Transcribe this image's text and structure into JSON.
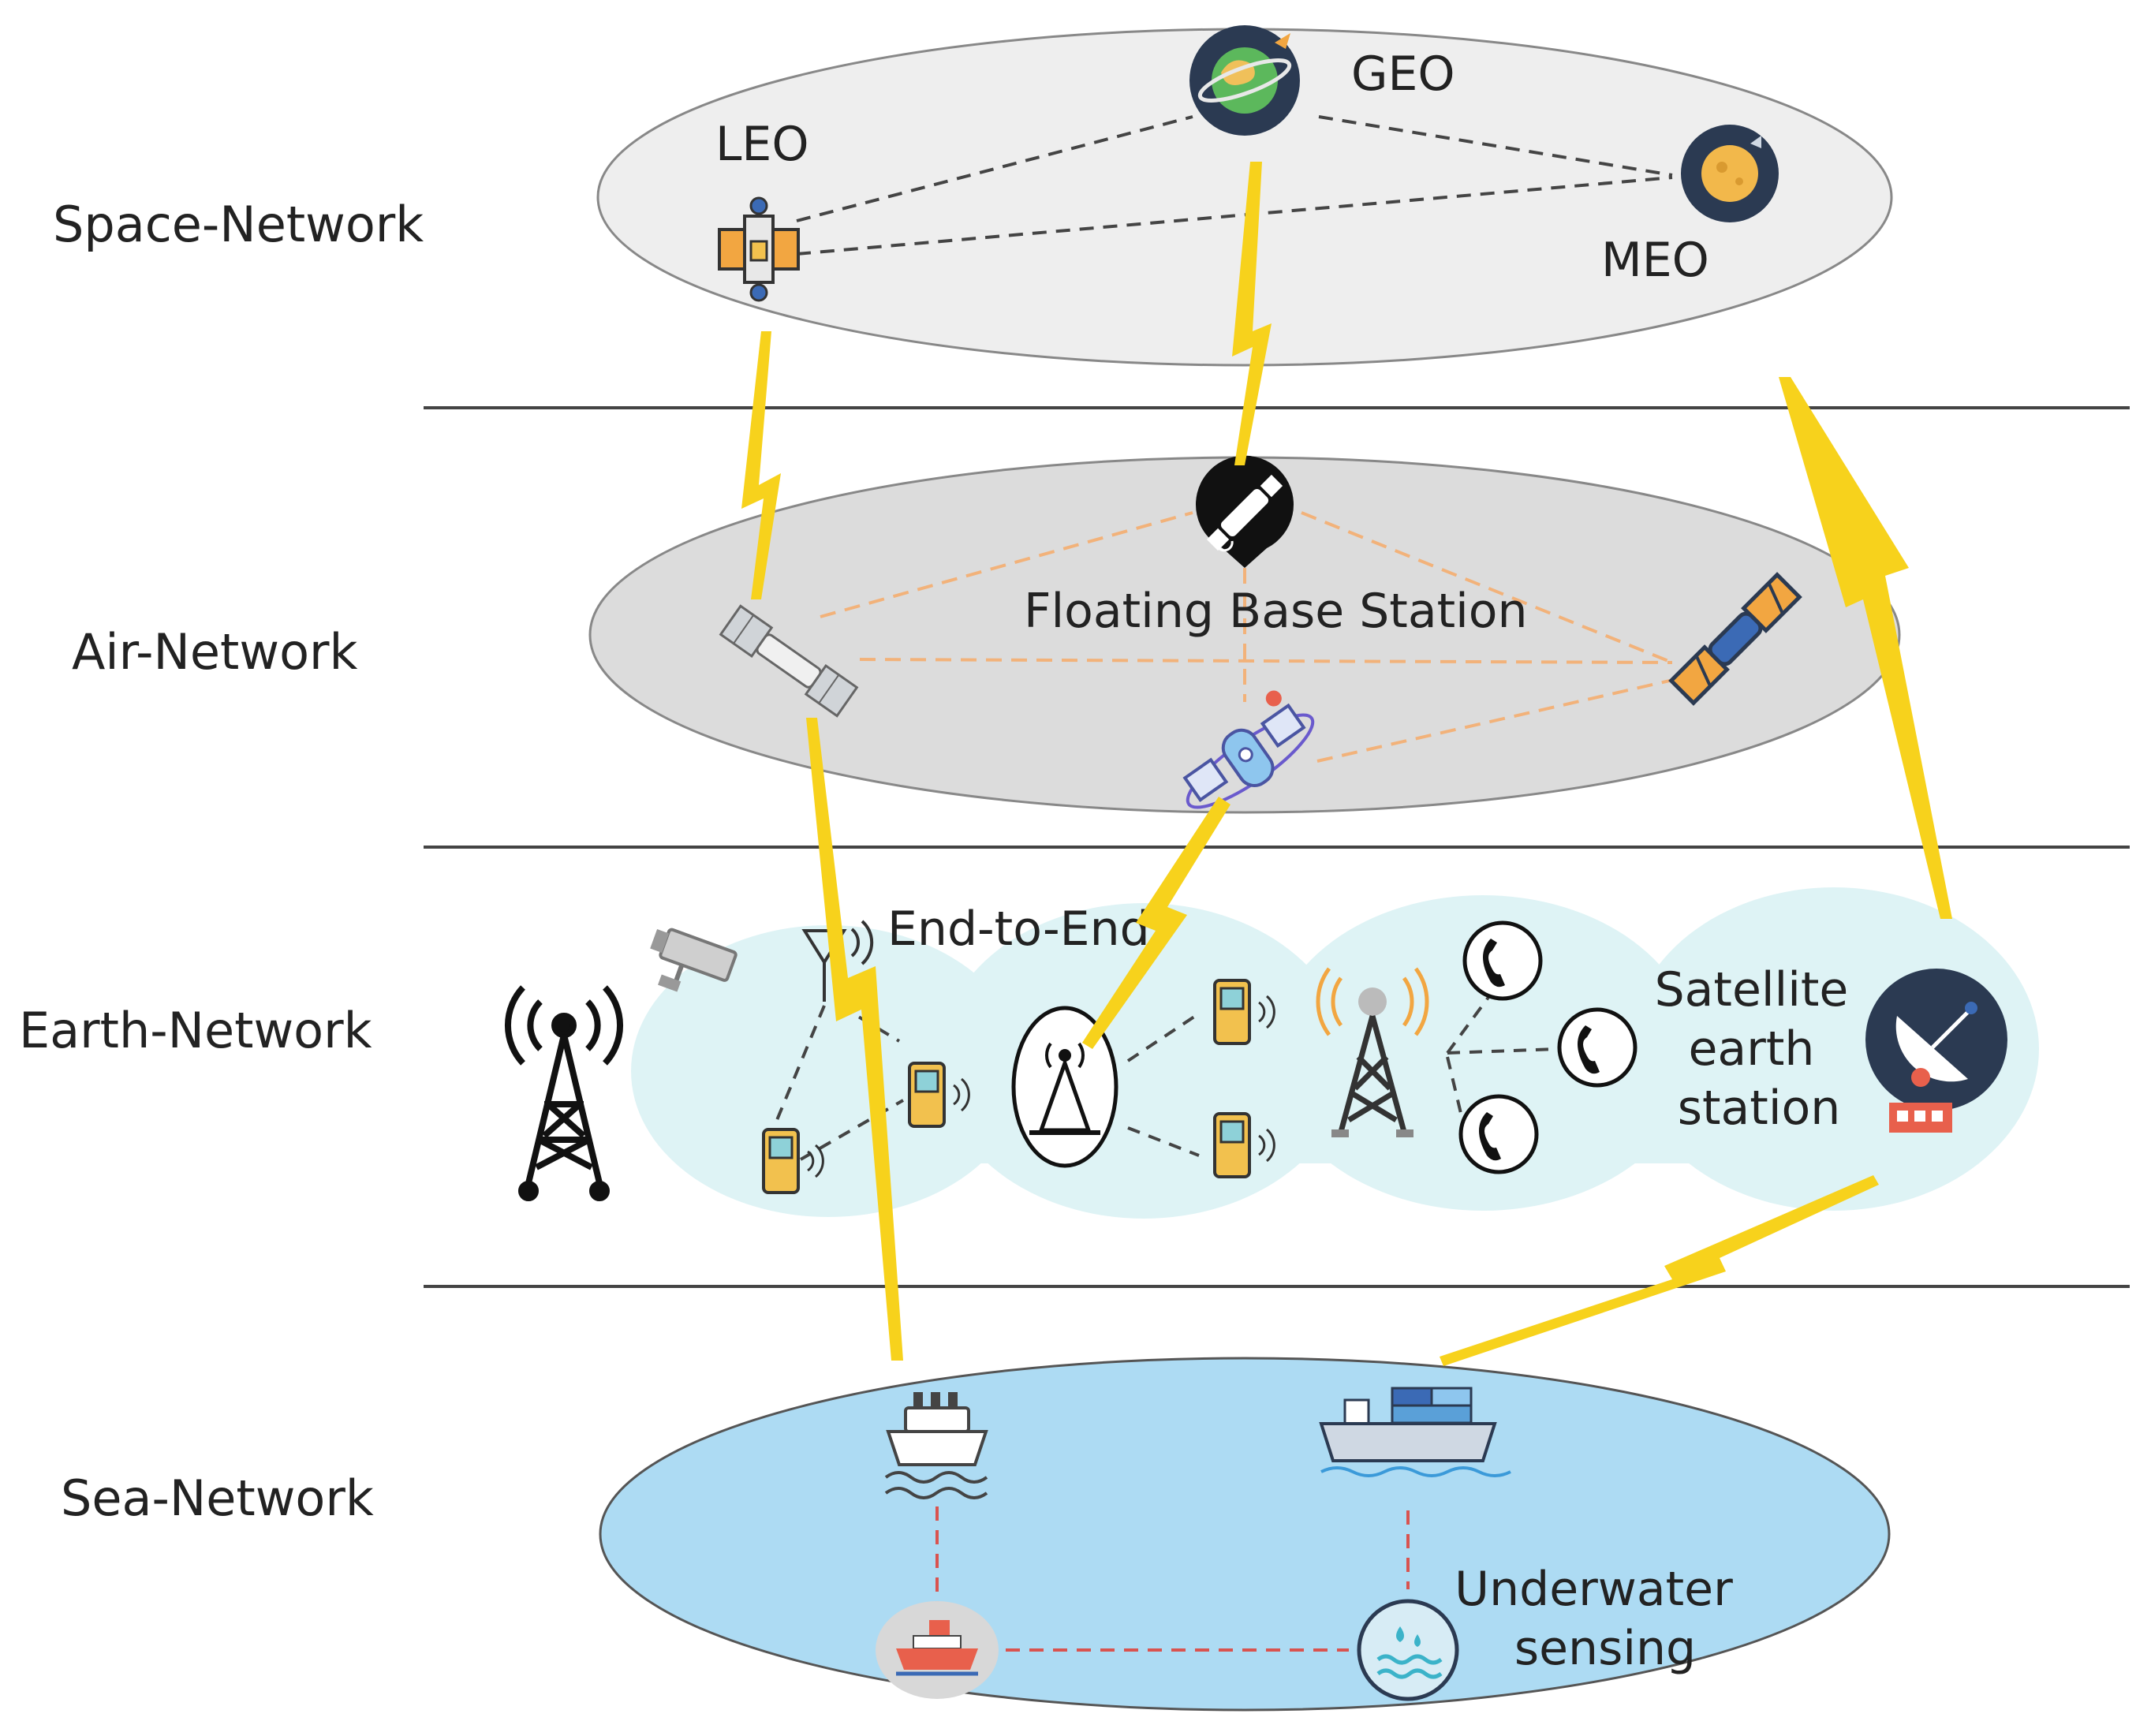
{
  "layers": {
    "space": {
      "label": "Space-Network",
      "nodes": {
        "leo": "LEO",
        "geo": "GEO",
        "meo": "MEO"
      }
    },
    "air": {
      "label": "Air-Network",
      "nodes": {
        "floating_base_station": "Floating Base Station"
      }
    },
    "earth": {
      "label": "Earth-Network",
      "nodes": {
        "end_to_end": "End-to-End",
        "satellite_earth_station": [
          "Satellite",
          "earth",
          "station"
        ]
      }
    },
    "sea": {
      "label": "Sea-Network",
      "nodes": {
        "underwater_sensing": [
          "Underwater",
          "sensing"
        ]
      }
    }
  },
  "colors": {
    "space_fill": "#eeeeee",
    "air_fill": "#dcdcdc",
    "earth_fill": "#def3f5",
    "sea_fill": "#addbf3",
    "wireless_link": "#f7d21c",
    "air_link": "#f2b27a",
    "sea_link": "#d9534f",
    "dashed_link": "#444444",
    "divider": "#444444"
  },
  "icons": [
    "leo-satellite-icon",
    "geo-planet-icon",
    "meo-moon-icon",
    "floating-satellite-pin-icon",
    "drone-satellite-left-icon",
    "rocket-satellite-icon",
    "space-station-icon",
    "cell-tower-icon",
    "cctv-camera-icon",
    "antenna-icon",
    "mobile-phone-icon",
    "base-station-circle-icon",
    "signal-tower-icon",
    "telephone-icon",
    "satellite-dish-icon",
    "cruise-ship-icon",
    "cargo-ship-icon",
    "boat-icon",
    "water-sensor-icon"
  ]
}
